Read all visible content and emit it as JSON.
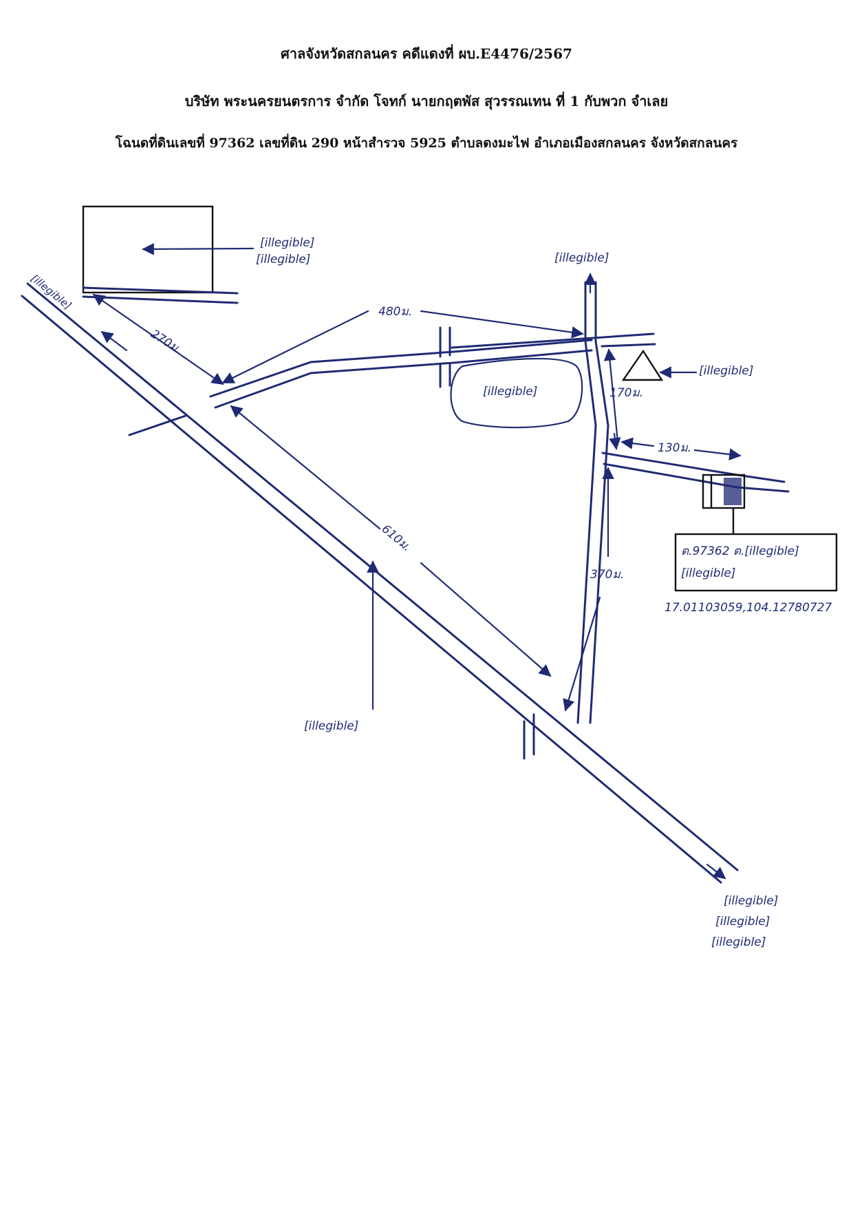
{
  "header": {
    "line1": "ศาลจังหวัดสกลนคร คดีแดงที่ ผบ.E4476/2567",
    "line2": "บริษัท พระนครยนตรการ จำกัด โจทก์ นายกฤตพัส สุวรรณเทน ที่ 1 กับพวก จำเลย",
    "line3": "โฉนดที่ดินเลขที่ 97362 เลขที่ดิน 290 หน้าสำรวจ 5925 ตำบลดงมะไฟ อำเภอเมืองสกลนคร จังหวัดสกลนคร"
  },
  "map": {
    "dist_270": "270ม.",
    "dist_480": "480ม.",
    "dist_610": "610ม.",
    "dist_170": "170ม.",
    "dist_130": "130ม.",
    "dist_370": "370ม.",
    "label_school_1": "[illegible]",
    "label_school_2": "[illegible]",
    "label_temple_north": "[illegible]",
    "label_temple": "[illegible]",
    "label_pond": "[illegible]",
    "label_top_left_road": "[illegible]",
    "label_highway": "[illegible]",
    "label_bottom_right_1": "[illegible]",
    "label_bottom_right_2": "[illegible]",
    "label_bottom_right_3": "[illegible]",
    "parcel_box_line1": "ต.97362 ต.[illegible]",
    "parcel_box_line2": "[illegible]",
    "coordinates": "17.01103059,104.12780727"
  },
  "colors": {
    "ink": "#1f2a73",
    "text": "#111111"
  }
}
